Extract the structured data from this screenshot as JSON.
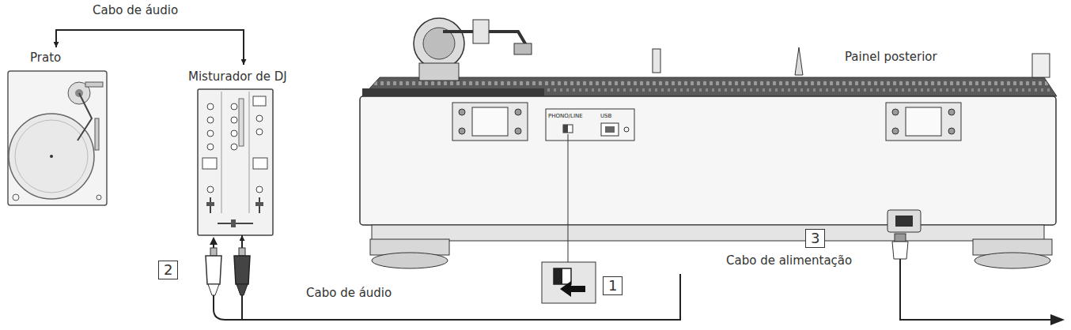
{
  "diagram": {
    "nodes": [
      {
        "text": [
          "Prato"
        ]
      },
      {
        "text": [
          "Misturador de DJ"
        ]
      },
      {
        "text": [
          "Painel posterior"
        ]
      }
    ],
    "edges": [
      {
        "from": 0,
        "to": 1,
        "arrow": "both",
        "label": "Cabo de áudio"
      },
      {
        "from": 2,
        "to": 1,
        "arrow": "to",
        "label": "Cabo de áudio"
      }
    ],
    "labels": [
      "1",
      "2",
      "3",
      "Cabo de alimentação",
      "PHONO/LINE",
      "USB"
    ]
  }
}
